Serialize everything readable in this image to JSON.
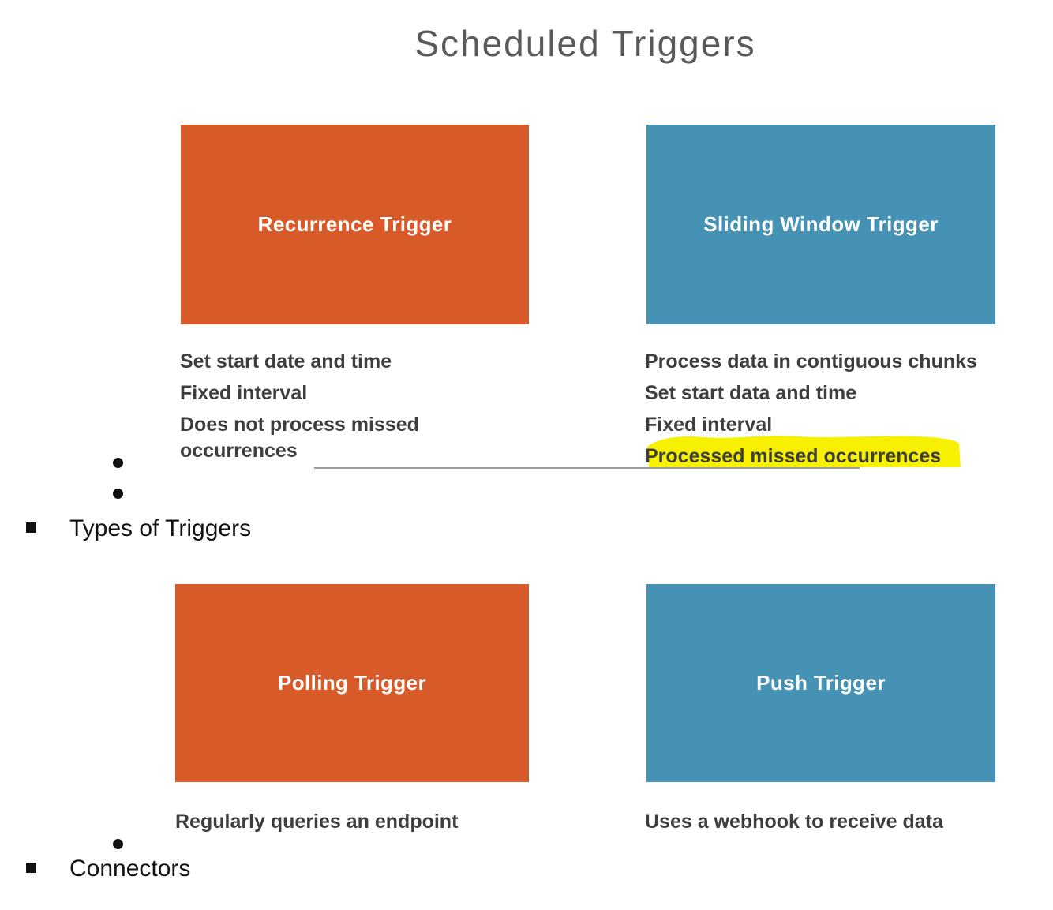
{
  "page": {
    "title": "Scheduled Triggers"
  },
  "top_row": {
    "recurrence": {
      "label": "Recurrence Trigger",
      "points": [
        "Set start date and time",
        "Fixed interval",
        "Does not process missed occurrences"
      ]
    },
    "sliding_window": {
      "label": "Sliding Window Trigger",
      "points": [
        "Process data in contiguous chunks",
        "Set start data and time",
        "Fixed interval",
        "Processed missed occurrences"
      ],
      "highlighted_point": "Processed missed occurrences"
    }
  },
  "bottom_row": {
    "polling": {
      "label": "Polling Trigger",
      "caption": "Regularly queries an endpoint"
    },
    "push": {
      "label": "Push Trigger",
      "caption": "Uses a webhook to receive data"
    }
  },
  "outline": {
    "item1": "Types of Triggers",
    "item2": "Connectors"
  },
  "colors": {
    "orange_box": "#D75A28",
    "blue_box": "#4692B4",
    "highlight_yellow": "#F7F000",
    "caption_text": "#3D3E40",
    "title_text": "#595A5C",
    "rule_line": "#9A9A9A"
  }
}
